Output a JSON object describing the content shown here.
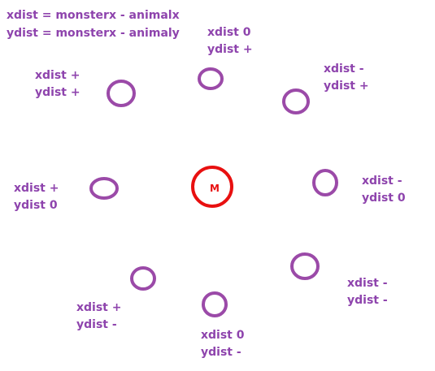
{
  "colors": {
    "text": "#8e44ad",
    "animal_stroke": "#9b4aa8",
    "monster_stroke": "#e81010"
  },
  "formulas": {
    "line1": "xdist = monsterx - animalx",
    "line2": "ydist = monsterx - animaly"
  },
  "monster": {
    "label": "M"
  },
  "animals": [
    {
      "id": "top",
      "x_label": "xdist 0",
      "y_label": "ydist +"
    },
    {
      "id": "top-left",
      "x_label": "xdist +",
      "y_label": "ydist +"
    },
    {
      "id": "top-right",
      "x_label": "xdist -",
      "y_label": "ydist +"
    },
    {
      "id": "left",
      "x_label": "xdist +",
      "y_label": "ydist 0"
    },
    {
      "id": "right",
      "x_label": "xdist -",
      "y_label": "ydist 0"
    },
    {
      "id": "bottom-left",
      "x_label": "xdist +",
      "y_label": "ydist -"
    },
    {
      "id": "bottom",
      "x_label": "xdist 0",
      "y_label": "ydist -"
    },
    {
      "id": "bottom-right",
      "x_label": "xdist -",
      "y_label": "ydist -"
    }
  ]
}
